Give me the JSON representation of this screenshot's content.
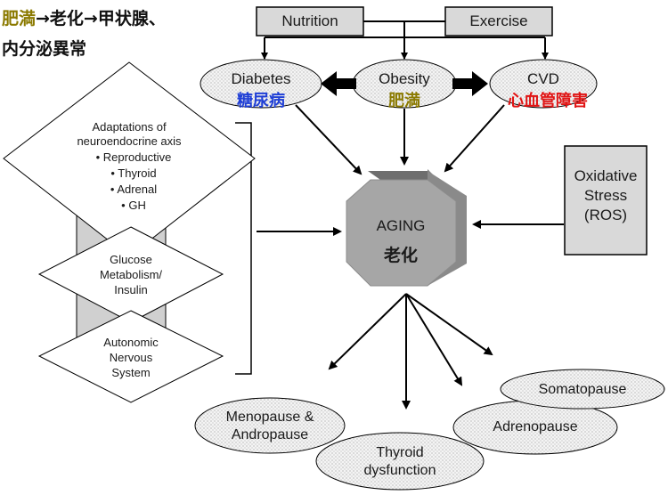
{
  "header": {
    "part1": "肥満",
    "part2": "→老化→甲状腺、",
    "line2": "内分泌異常"
  },
  "top_boxes": {
    "nutrition": "Nutrition",
    "exercise": "Exercise"
  },
  "ellipses": {
    "diabetes": "Diabetes",
    "diabetes_jp": "糖尿病",
    "obesity": "Obesity",
    "obesity_jp": "肥満",
    "cvd": "CVD",
    "cvd_jp": "心血管障害"
  },
  "center": {
    "aging": "AGING",
    "aging_jp": "老化"
  },
  "oxidative": {
    "line1": "Oxidative",
    "line2": "Stress",
    "line3": "(ROS)"
  },
  "diamonds": {
    "adaptations_title_1": "Adaptations of",
    "adaptations_title_2": "neuroendocrine axis",
    "items": [
      "Reproductive",
      "Thyroid",
      "Adrenal",
      "GH"
    ],
    "glucose_1": "Glucose",
    "glucose_2": "Metabolism/",
    "glucose_3": "Insulin",
    "autonomic_1": "Autonomic",
    "autonomic_2": "Nervous",
    "autonomic_3": "System"
  },
  "outcomes": {
    "menopause_1": "Menopause &",
    "menopause_2": "Andropause",
    "thyroid_1": "Thyroid",
    "thyroid_2": "dysfunction",
    "adrenopause": "Adrenopause",
    "somatopause": "Somatopause"
  },
  "colors": {
    "header_olive": "#8b7a00",
    "diabetes_blue": "#1f3fd6",
    "obesity_olive": "#8b7a00",
    "cvd_red": "#e11414",
    "box_gray": "#d9d9d9",
    "octagon_gray": "#9a9a9a"
  }
}
